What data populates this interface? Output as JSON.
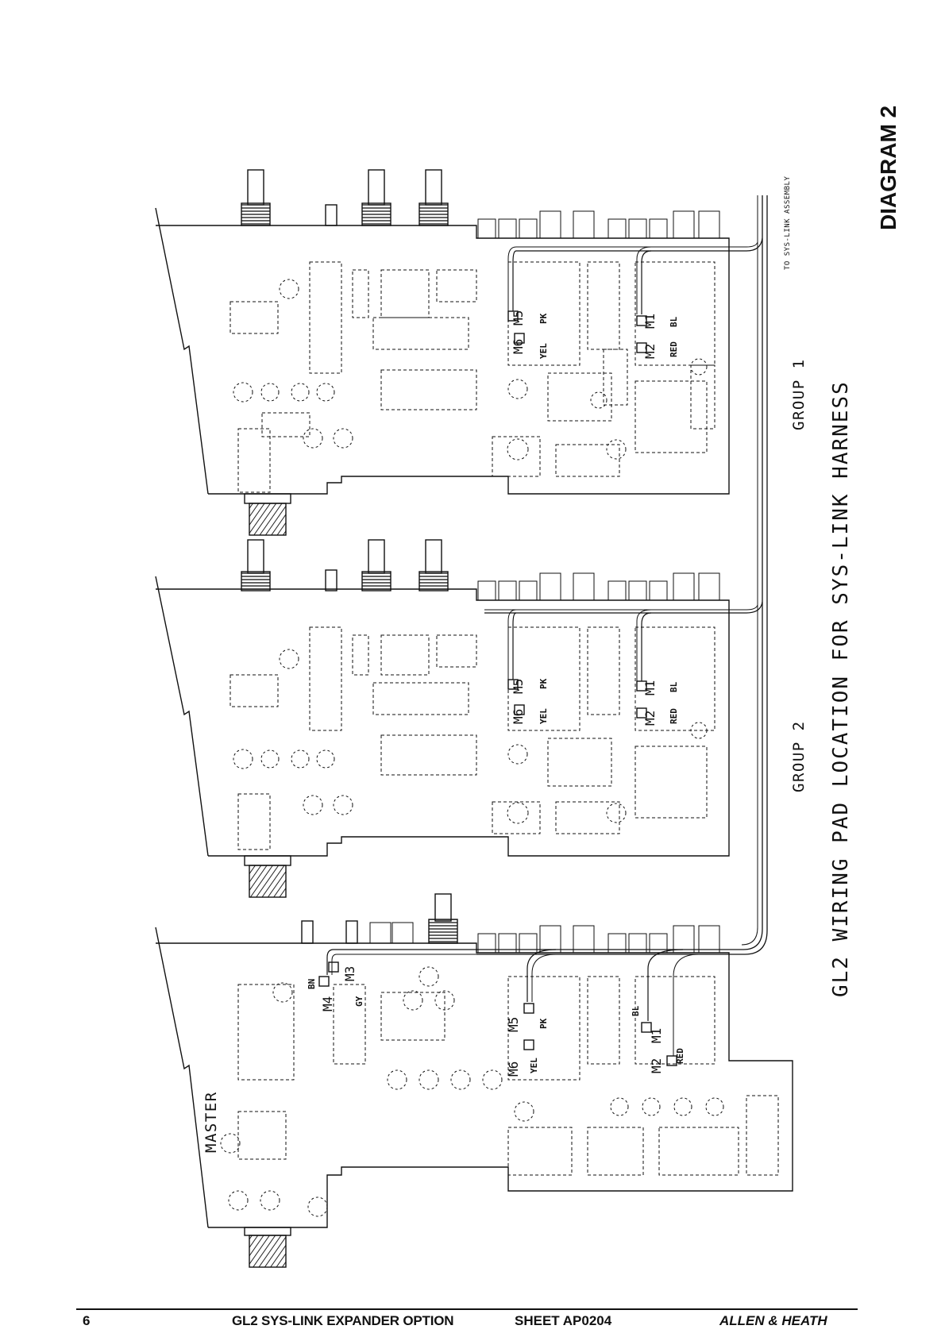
{
  "diagram": {
    "heading": "DIAGRAM 2",
    "title": "GL2 WIRING PAD LOCATION FOR SYS-LINK HARNESS",
    "to_assembly_note": "TO SYS-LINK ASSEMBLY",
    "boards": [
      {
        "name": "GROUP 1",
        "pads": [
          "M6",
          "M5",
          "M2",
          "M1"
        ],
        "wire_colors": [
          "YEL",
          "PK",
          "RED",
          "BL"
        ]
      },
      {
        "name": "GROUP 2",
        "pads": [
          "M6",
          "M5",
          "M2",
          "M1"
        ],
        "wire_colors": [
          "YEL",
          "PK",
          "RED",
          "BL"
        ]
      },
      {
        "name": "MASTER",
        "pads": [
          "M4",
          "M3",
          "M6",
          "M5",
          "M2",
          "M1"
        ],
        "wire_colors": [
          "BN",
          "GY",
          "YEL",
          "PK",
          "RED",
          "BL"
        ]
      }
    ]
  },
  "footer": {
    "page_number": "6",
    "doc_title": "GL2 SYS-LINK EXPANDER OPTION",
    "sheet_ref": "SHEET  AP0204",
    "company": "ALLEN & HEATH"
  }
}
